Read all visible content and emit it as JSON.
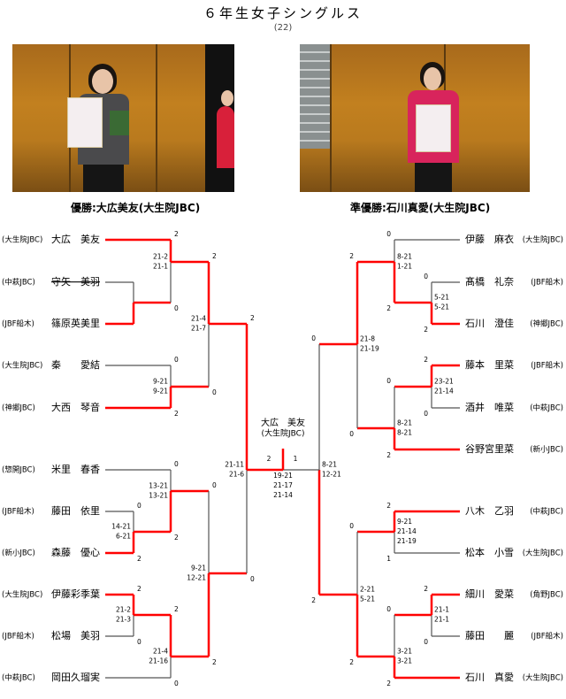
{
  "header": {
    "title": "６年生女子シングルス",
    "count": "(22)"
  },
  "photos": {
    "winner_caption": "優勝:大広美友(大生院JBC)",
    "runnerup_caption": "準優勝:石川真愛(大生院JBC)"
  },
  "colors": {
    "win_line": "#ff0000",
    "lose_line": "#555555"
  },
  "players_left": [
    {
      "club": "(大生院JBC)",
      "name": "大広　美友"
    },
    {
      "club": "(中萩JBC)",
      "name": "守矢　美羽",
      "withdrawn": true
    },
    {
      "club": "(JBF船木)",
      "name": "篠原英美里"
    },
    {
      "club": "(大生院JBC)",
      "name": "秦　　愛結"
    },
    {
      "club": "(神郷JBC)",
      "name": "大西　琴音"
    },
    {
      "club": "(惣開JBC)",
      "name": "米里　春香"
    },
    {
      "club": "(JBF船木)",
      "name": "藤田　依里"
    },
    {
      "club": "(新小JBC)",
      "name": "森藤　優心"
    },
    {
      "club": "(大生院JBC)",
      "name": "伊藤彩季葉"
    },
    {
      "club": "(JBF船木)",
      "name": "松場　美羽"
    },
    {
      "club": "(中萩JBC)",
      "name": "岡田久瑠実"
    }
  ],
  "players_right": [
    {
      "club": "(大生院JBC)",
      "name": "伊藤　麻衣"
    },
    {
      "club": "(JBF船木)",
      "name": "髙橋　礼奈"
    },
    {
      "club": "(神郷JBC)",
      "name": "石川　澄佳"
    },
    {
      "club": "(JBF船木)",
      "name": "藤本　里菜"
    },
    {
      "club": "(中萩JBC)",
      "name": "酒井　唯菜"
    },
    {
      "club": "(新小JBC)",
      "name": "谷野宮里菜"
    },
    {
      "club": "(中萩JBC)",
      "name": "八木　乙羽"
    },
    {
      "club": "(大生院JBC)",
      "name": "松本　小雪"
    },
    {
      "club": "(角野JBC)",
      "name": "細川　愛菜"
    },
    {
      "club": "(JBF船木)",
      "name": "藤田　　麗"
    },
    {
      "club": "(大生院JBC)",
      "name": "石川　真愛"
    }
  ],
  "matches": {
    "A": {
      "top": "",
      "bottom": "",
      "winner": "bottom",
      "scores": []
    },
    "B": {
      "top": "2",
      "bottom": "0",
      "winner": "top",
      "scores": [
        "21-2",
        "21-1"
      ]
    },
    "C": {
      "top": "0",
      "bottom": "2",
      "winner": "bottom",
      "scores": [
        "9-21",
        "9-21"
      ]
    },
    "D": {
      "top": "2",
      "bottom": "0",
      "winner": "top",
      "scores": [
        "21-4",
        "21-7"
      ]
    },
    "E": {
      "top": "0",
      "bottom": "2",
      "winner": "bottom",
      "scores": [
        "14-21",
        "6-21"
      ]
    },
    "F": {
      "top": "0",
      "bottom": "2",
      "winner": "bottom",
      "scores": [
        "13-21",
        "13-21"
      ]
    },
    "G": {
      "top": "2",
      "bottom": "0",
      "winner": "top",
      "scores": [
        "21-2",
        "21-3"
      ]
    },
    "H": {
      "top": "2",
      "bottom": "0",
      "winner": "top",
      "scores": [
        "21-4",
        "21-16"
      ]
    },
    "I": {
      "top": "0",
      "bottom": "2",
      "winner": "bottom",
      "scores": [
        "9-21",
        "12-21"
      ]
    },
    "J": {
      "top": "2",
      "bottom": "0",
      "winner": "top",
      "scores": [
        "21-11",
        "21-6"
      ]
    },
    "RA": {
      "top": "0",
      "bottom": "2",
      "winner": "bottom",
      "scores": [
        "5-21",
        "5-21"
      ]
    },
    "RB": {
      "top": "0",
      "bottom": "2",
      "winner": "bottom",
      "scores": [
        "8-21",
        "1-21"
      ]
    },
    "RC": {
      "top": "2",
      "bottom": "0",
      "winner": "top",
      "scores": [
        "23-21",
        "21-14"
      ]
    },
    "RD": {
      "top": "0",
      "bottom": "2",
      "winner": "bottom",
      "scores": [
        "8-21",
        "8-21"
      ]
    },
    "RE": {
      "top": "2",
      "bottom": "0",
      "winner": "top",
      "scores": [
        "21-8",
        "21-19"
      ]
    },
    "RF": {
      "top": "2",
      "bottom": "1",
      "winner": "top",
      "scores": [
        "9-21",
        "21-14",
        "21-19"
      ]
    },
    "RG": {
      "top": "2",
      "bottom": "0",
      "winner": "top",
      "scores": [
        "21-1",
        "21-1"
      ]
    },
    "RH": {
      "top": "0",
      "bottom": "2",
      "winner": "bottom",
      "scores": [
        "3-21",
        "3-21"
      ]
    },
    "RI": {
      "top": "0",
      "bottom": "2",
      "winner": "bottom",
      "scores": [
        "2-21",
        "5-21"
      ]
    },
    "RJ": {
      "top": "0",
      "bottom": "2",
      "winner": "bottom",
      "scores": [
        "8-21",
        "12-21"
      ]
    }
  },
  "final": {
    "champion_name": "大広　美友",
    "champion_club": "(大生院JBC)",
    "left_games": "2",
    "right_games": "1",
    "scores": [
      "19-21",
      "21-17",
      "21-14"
    ]
  }
}
